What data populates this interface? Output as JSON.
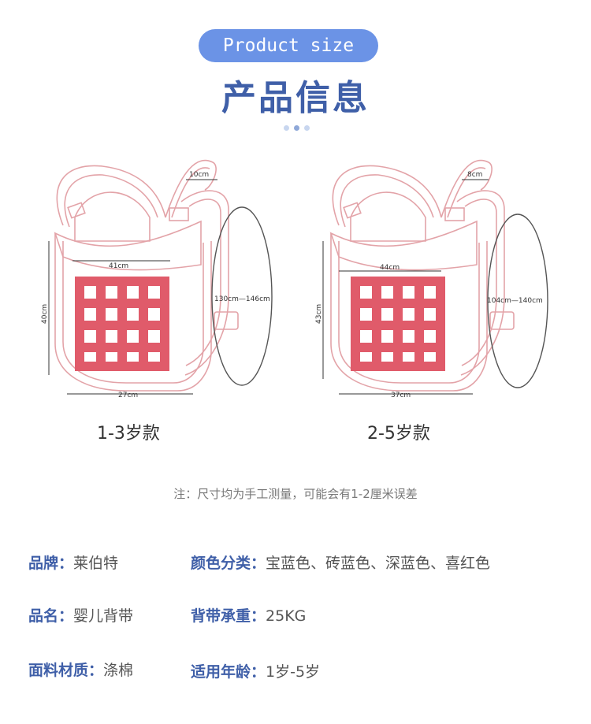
{
  "header": {
    "pill_label": "Product size",
    "title": "产品信息"
  },
  "models": [
    {
      "caption": "1-3岁款",
      "dims": {
        "strap_width": "10cm",
        "upper_width": "41cm",
        "height": "40cm",
        "bottom_width": "27cm",
        "strap_range": "130cm—146cm"
      }
    },
    {
      "caption": "2-5岁款",
      "dims": {
        "strap_width": "8cm",
        "upper_width": "44cm",
        "height": "43cm",
        "bottom_width": "37cm",
        "strap_range": "104cm—140cm"
      }
    }
  ],
  "note": "注：尺寸均为手工测量，可能会有1-2厘米误差",
  "specs": {
    "brand_label": "品牌：",
    "brand_value": "莱伯特",
    "color_label": "颜色分类：",
    "color_value": "宝蓝色、砖蓝色、深蓝色、喜红色",
    "name_label": "品名：",
    "name_value": "婴儿背带",
    "load_label": "背带承重：",
    "load_value": "25KG",
    "material_label": "面料材质：",
    "material_value": "涤棉",
    "age_label": "适用年龄：",
    "age_value": "1岁-5岁"
  },
  "colors": {
    "accent": "#6b93e6",
    "heading": "#3f5fa8",
    "carrier_outline": "#e3a3a8",
    "grid_red": "#e05b6a"
  }
}
